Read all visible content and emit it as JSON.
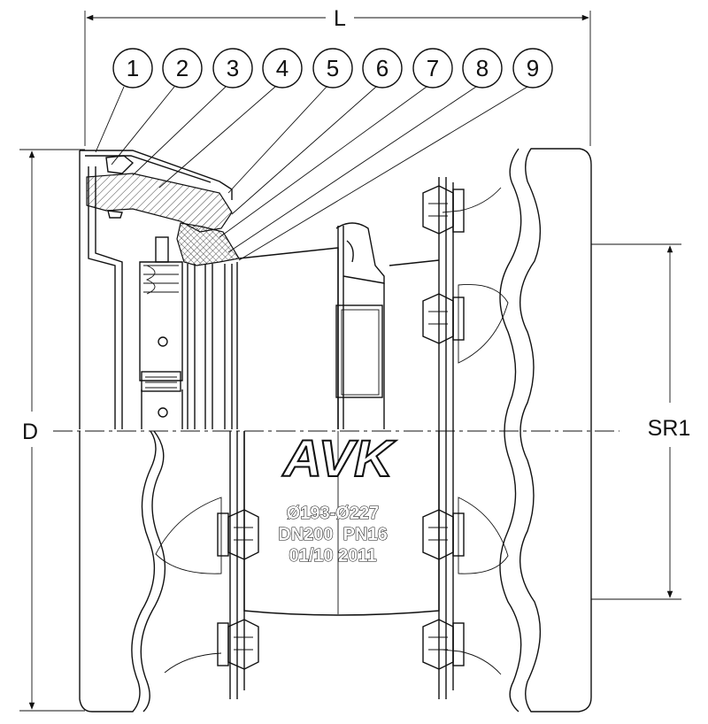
{
  "dimensions": {
    "length_label": "L",
    "diameter_label": "D",
    "sealing_range_label": "SR1"
  },
  "balloons": [
    {
      "number": "1"
    },
    {
      "number": "2"
    },
    {
      "number": "3"
    },
    {
      "number": "4"
    },
    {
      "number": "5"
    },
    {
      "number": "6"
    },
    {
      "number": "7"
    },
    {
      "number": "8"
    },
    {
      "number": "9"
    }
  ],
  "body_marking": {
    "logo": "AVK",
    "size_range": "Ø193-Ø227",
    "nominal": "DN200  PN16",
    "date": "01/10 2011"
  },
  "colors": {
    "line": "#111111",
    "background": "#ffffff"
  }
}
